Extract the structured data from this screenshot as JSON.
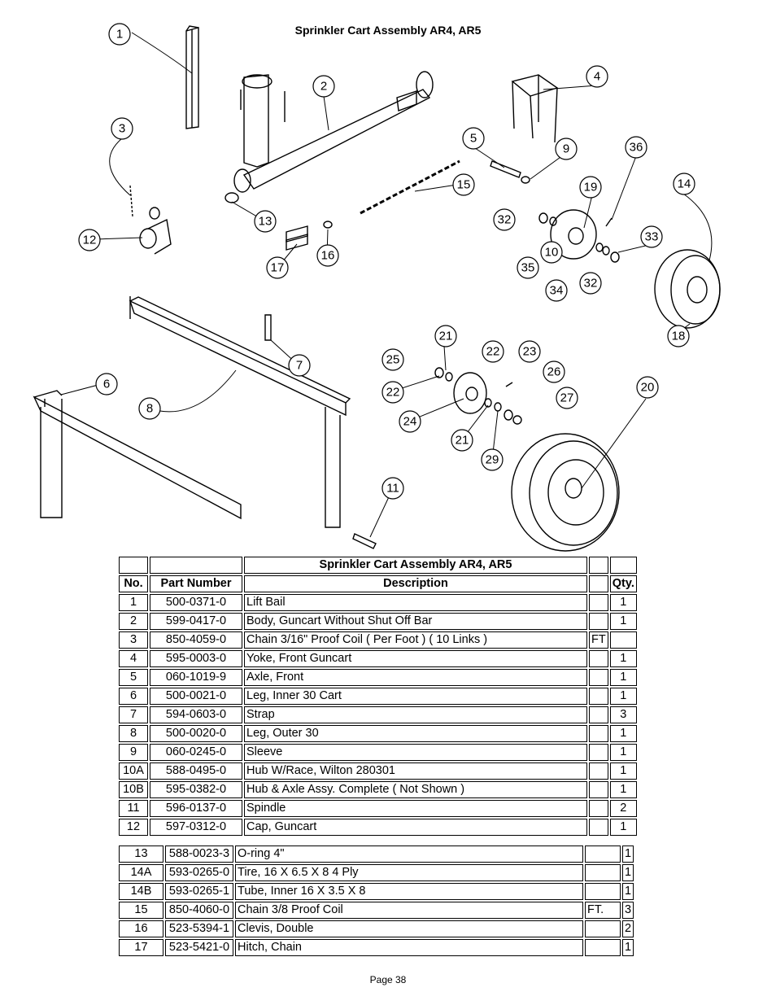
{
  "page_title": "Sprinkler Cart Assembly AR4, AR5",
  "callouts": [
    "1",
    "2",
    "3",
    "4",
    "5",
    "6",
    "7",
    "8",
    "9",
    "10",
    "11",
    "12",
    "13",
    "14",
    "15",
    "16",
    "17",
    "18",
    "19",
    "20",
    "21",
    "22",
    "23",
    "24",
    "25",
    "26",
    "27",
    "29",
    "32",
    "33",
    "34",
    "35",
    "36",
    "21",
    "22",
    "32"
  ],
  "table1": {
    "title": "Sprinkler Cart Assembly AR4, AR5",
    "headers": {
      "no": "No.",
      "part": "Part Number",
      "desc": "Description",
      "unit": "",
      "qty": "Qty."
    },
    "rows": [
      {
        "no": "1",
        "part": "500-0371-0",
        "desc": "Lift Bail",
        "unit": "",
        "qty": "1"
      },
      {
        "no": "2",
        "part": "599-0417-0",
        "desc": "Body, Guncart Without Shut Off Bar",
        "unit": "",
        "qty": "1"
      },
      {
        "no": "3",
        "part": "850-4059-0",
        "desc": "Chain 3/16\" Proof Coil ( Per Foot ) ( 10 Links )",
        "unit": "FT",
        "qty": ""
      },
      {
        "no": "4",
        "part": "595-0003-0",
        "desc": "Yoke, Front Guncart",
        "unit": "",
        "qty": "1"
      },
      {
        "no": "5",
        "part": "060-1019-9",
        "desc": "Axle, Front",
        "unit": "",
        "qty": "1"
      },
      {
        "no": "6",
        "part": "500-0021-0",
        "desc": "Leg, Inner 30 Cart",
        "unit": "",
        "qty": "1"
      },
      {
        "no": "7",
        "part": "594-0603-0",
        "desc": "Strap",
        "unit": "",
        "qty": "3"
      },
      {
        "no": "8",
        "part": "500-0020-0",
        "desc": "Leg, Outer 30",
        "unit": "",
        "qty": "1"
      },
      {
        "no": "9",
        "part": "060-0245-0",
        "desc": "Sleeve",
        "unit": "",
        "qty": "1"
      },
      {
        "no": "10A",
        "part": "588-0495-0",
        "desc": "Hub W/Race, Wilton 280301",
        "unit": "",
        "qty": "1"
      },
      {
        "no": "10B",
        "part": "595-0382-0",
        "desc": "Hub & Axle Assy. Complete ( Not Shown )",
        "unit": "",
        "qty": "1"
      },
      {
        "no": "11",
        "part": "596-0137-0",
        "desc": "Spindle",
        "unit": "",
        "qty": "2"
      },
      {
        "no": "12",
        "part": "597-0312-0",
        "desc": "Cap, Guncart",
        "unit": "",
        "qty": "1"
      }
    ]
  },
  "table2": {
    "rows": [
      {
        "no": "13",
        "part": "588-0023-3",
        "desc": "O-ring 4\"",
        "unit": "",
        "qty": "1"
      },
      {
        "no": "14A",
        "part": "593-0265-0",
        "desc": "Tire, 16 X 6.5 X 8 4 Ply",
        "unit": "",
        "qty": "1"
      },
      {
        "no": "14B",
        "part": "593-0265-1",
        "desc": "Tube, Inner 16 X 3.5 X 8",
        "unit": "",
        "qty": "1"
      },
      {
        "no": "15",
        "part": "850-4060-0",
        "desc": "Chain 3/8 Proof Coil",
        "unit": "FT.",
        "qty": "3"
      },
      {
        "no": "16",
        "part": "523-5394-1",
        "desc": "Clevis, Double",
        "unit": "",
        "qty": "2"
      },
      {
        "no": "17",
        "part": "523-5421-0",
        "desc": "Hitch, Chain",
        "unit": "",
        "qty": "1"
      }
    ]
  },
  "footer": "Page 38"
}
